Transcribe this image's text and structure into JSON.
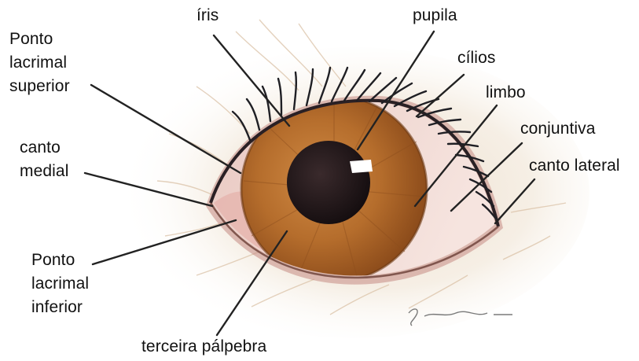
{
  "labels": {
    "iris": "íris",
    "pupila": "pupila",
    "ponto_lacrimal_superior": "Ponto\nlacrimal\nsuperior",
    "cilios": "cílios",
    "limbo": "limbo",
    "conjuntiva": "conjuntiva",
    "canto_medial": "canto\nmedial",
    "canto_lateral": "canto lateral",
    "ponto_lacrimal_inferior": "Ponto\nlacrimal\ninferior",
    "terceira_palpebra": "terceira pálpebra"
  },
  "colors": {
    "iris": "#b06a2a",
    "pupil": "#1c1416",
    "sclera": "#f1dcd6",
    "lash": "#1f1f24",
    "leader_line": "#222222"
  }
}
